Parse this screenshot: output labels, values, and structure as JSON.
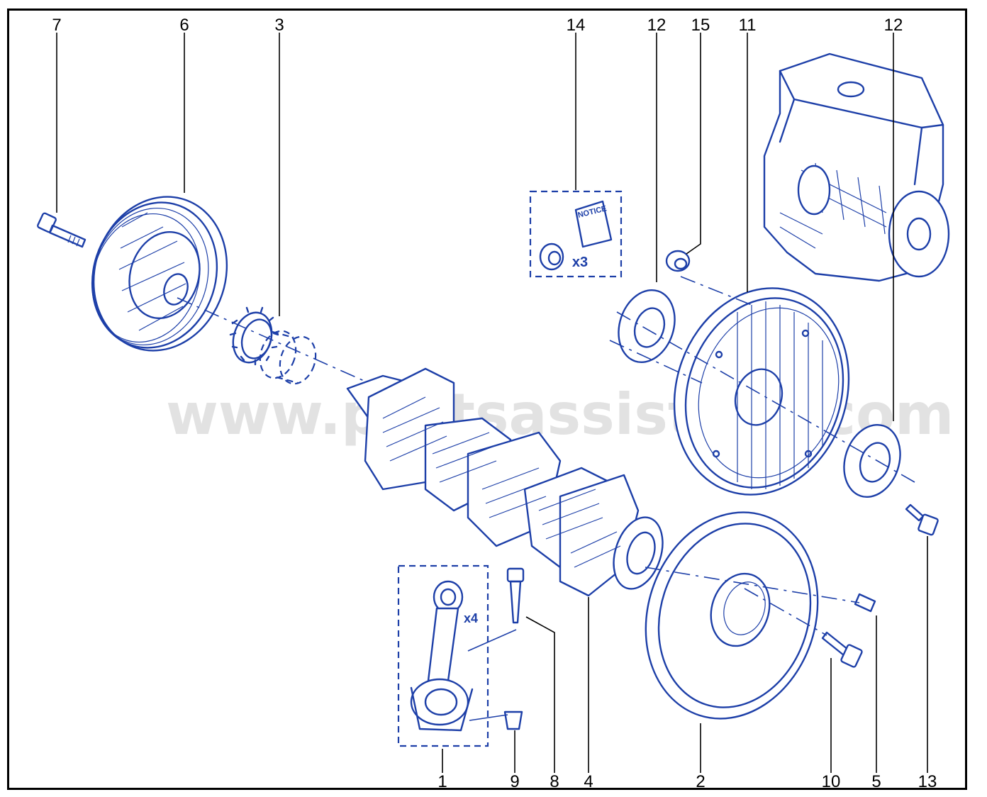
{
  "watermark": "www.partsassistant.com",
  "callouts": {
    "c1": "1",
    "c2": "2",
    "c3": "3",
    "c4": "4",
    "c5": "5",
    "c6": "6",
    "c7": "7",
    "c8": "8",
    "c9": "9",
    "c10": "10",
    "c11": "11",
    "c12a": "12",
    "c12b": "12",
    "c13": "13",
    "c14": "14",
    "c15": "15"
  },
  "kit": {
    "notice_text": "NOTICE",
    "bearing_qty": "x3",
    "rod_qty": "x4"
  },
  "colors": {
    "line_art": "#1d3fa8",
    "frame": "#000000",
    "watermark": "#cfcfcf"
  }
}
